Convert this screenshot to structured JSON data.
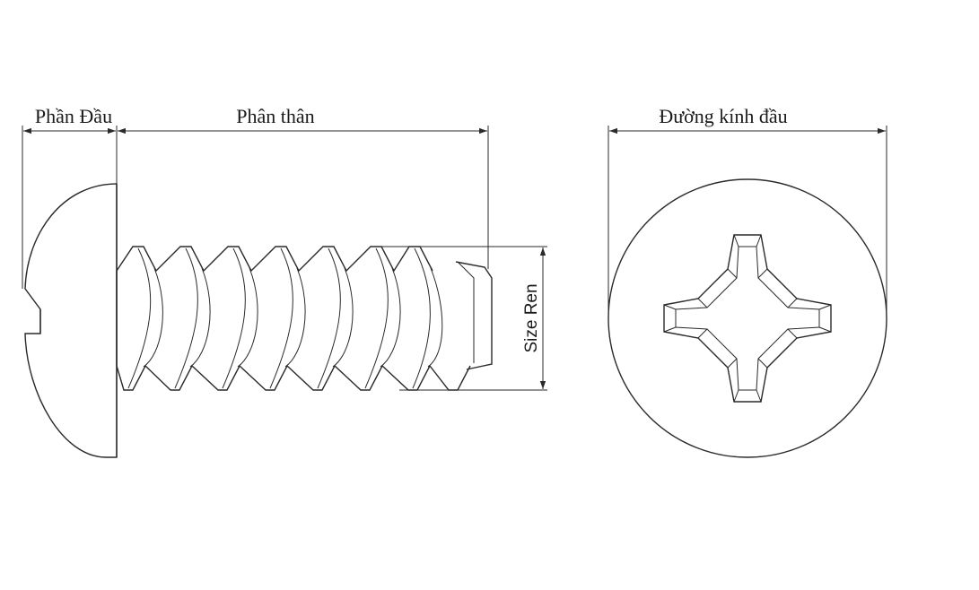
{
  "labels": {
    "head": "Phần Đầu",
    "body": "Phân thân",
    "head_diameter": "Đường kính đầu",
    "thread_size": "Size Ren"
  }
}
